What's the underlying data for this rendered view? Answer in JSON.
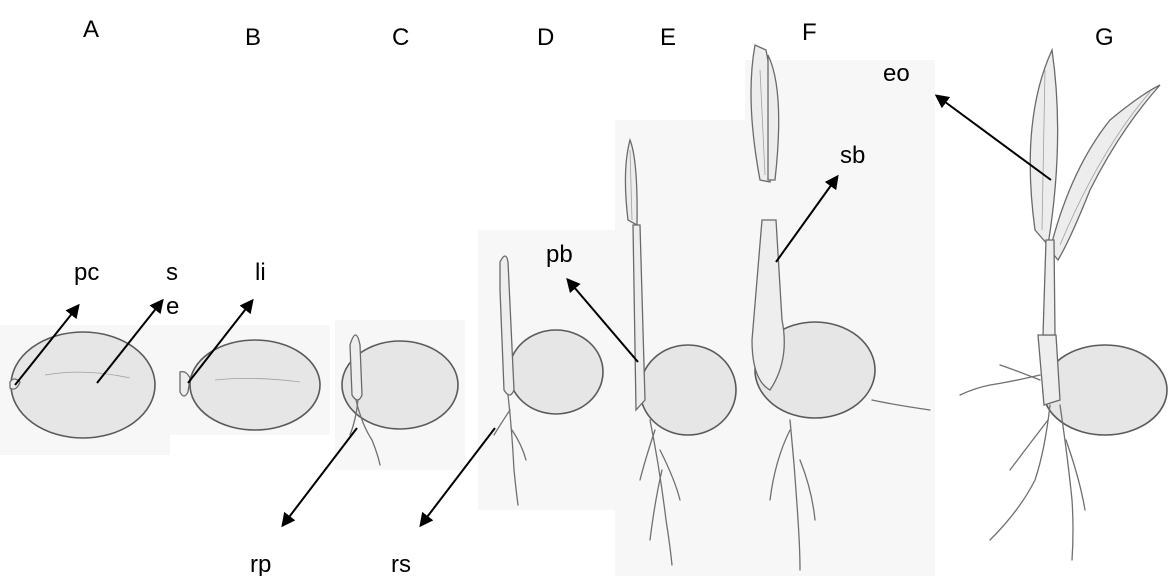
{
  "stages": [
    {
      "label": "A"
    },
    {
      "label": "B"
    },
    {
      "label": "C"
    },
    {
      "label": "D"
    },
    {
      "label": "E"
    },
    {
      "label": "F"
    },
    {
      "label": "G"
    }
  ],
  "annotations": {
    "pc": "pc",
    "se_line1": "s",
    "se_line2": "e",
    "li": "li",
    "rp": "rp",
    "rs": "rs",
    "pb": "pb",
    "sb": "sb",
    "eo": "eo"
  },
  "colors": {
    "arrow": "#000000",
    "seed_fill": "#e6e6e6",
    "outline": "#5a5a5a"
  }
}
